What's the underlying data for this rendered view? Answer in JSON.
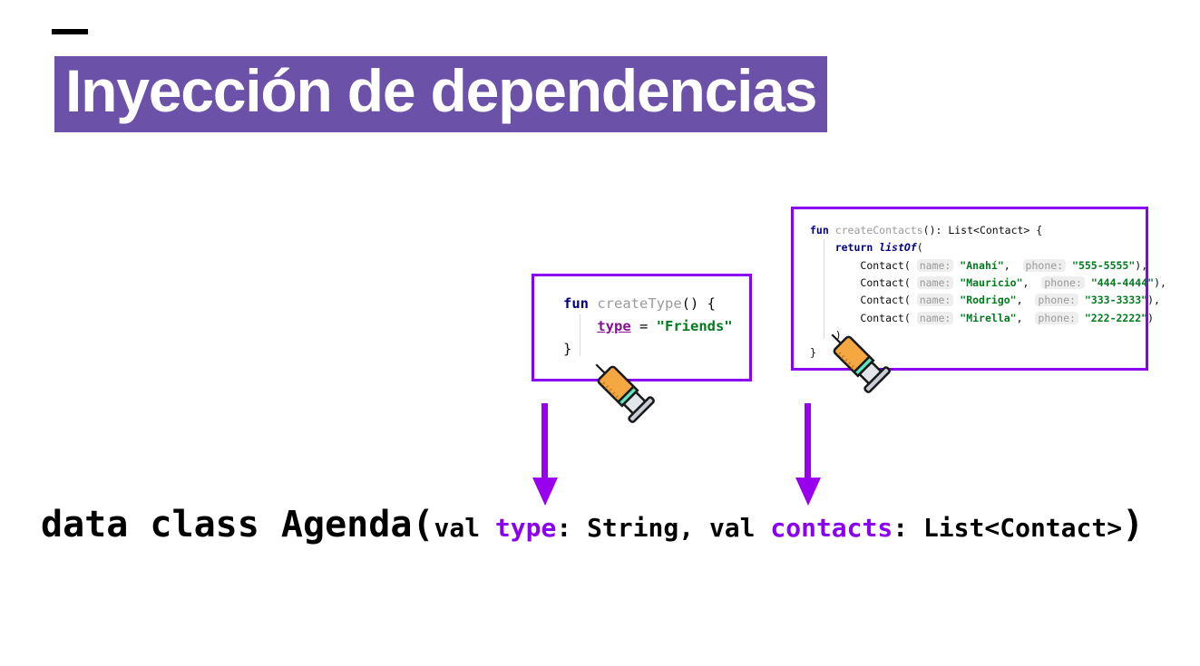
{
  "slide": {
    "title": "Inyección de dependencias",
    "title_bg_color": "#6b52a8",
    "title_text_color": "#ffffff",
    "accent_color": "#8a00f0",
    "background_color": "#ffffff",
    "top_dash": "—"
  },
  "code_block_small": {
    "border_color": "#8a00f0",
    "lines": [
      {
        "keyword": "fun",
        "name": " createType",
        "punct": "() {"
      },
      {
        "property": "type",
        "operator": " = ",
        "string": "\"Friends\""
      },
      {
        "punct": "}"
      }
    ],
    "raw": "fun createType() {\n    type = \"Friends\"\n}"
  },
  "code_block_large": {
    "border_color": "#8a00f0",
    "signature": {
      "keyword": "fun",
      "name": " createContacts",
      "rest": "(): List<Contact> {"
    },
    "return_line": {
      "keyword": "return",
      "call": "listOf",
      "punct": "("
    },
    "contacts": [
      {
        "ctor": "Contact(",
        "name_hint": "name:",
        "name": "\"Anahí\"",
        "phone_hint": "phone:",
        "phone": "\"555-5555\"",
        "tail": "),"
      },
      {
        "ctor": "Contact(",
        "name_hint": "name:",
        "name": "\"Mauricio\"",
        "phone_hint": "phone:",
        "phone": "\"444-4444\"",
        "tail": "),"
      },
      {
        "ctor": "Contact(",
        "name_hint": "name:",
        "name": "\"Rodrigo\"",
        "phone_hint": "phone:",
        "phone": "\"333-3333\"",
        "tail": "),"
      },
      {
        "ctor": "Contact(",
        "name_hint": "name:",
        "name": "\"Mirella\"",
        "phone_hint": "phone:",
        "phone": "\"222-2222\"",
        "tail": ")"
      }
    ],
    "close_paren": ")",
    "close_brace": "}",
    "raw": "fun createContacts(): List<Contact> {\n    return listOf(\n        Contact(name = \"Anahí\", phone = \"555-5555\"),\n        Contact(name = \"Mauricio\", phone = \"444-4444\"),\n        Contact(name = \"Rodrigo\", phone = \"333-3333\"),\n        Contact(name = \"Mirella\", phone = \"222-2222\")\n    )\n}"
  },
  "signature_line": {
    "head": "data class Agenda(",
    "param1_modifier": "val ",
    "param1_name": "type",
    "param1_type": ": String, ",
    "param2_modifier": "val ",
    "param2_name": "contacts",
    "param2_type": ": List<Contact>",
    "tail": ")",
    "raw": "data class Agenda(val type: String, val contacts: List<Contact>)",
    "highlight_color": "#8a00f0"
  },
  "annotations": {
    "syringe_icon": "syringe-icon",
    "arrow_icon": "down-arrow-icon",
    "arrow_color": "#9900ee",
    "count_syringes": 2,
    "count_arrows": 2
  }
}
